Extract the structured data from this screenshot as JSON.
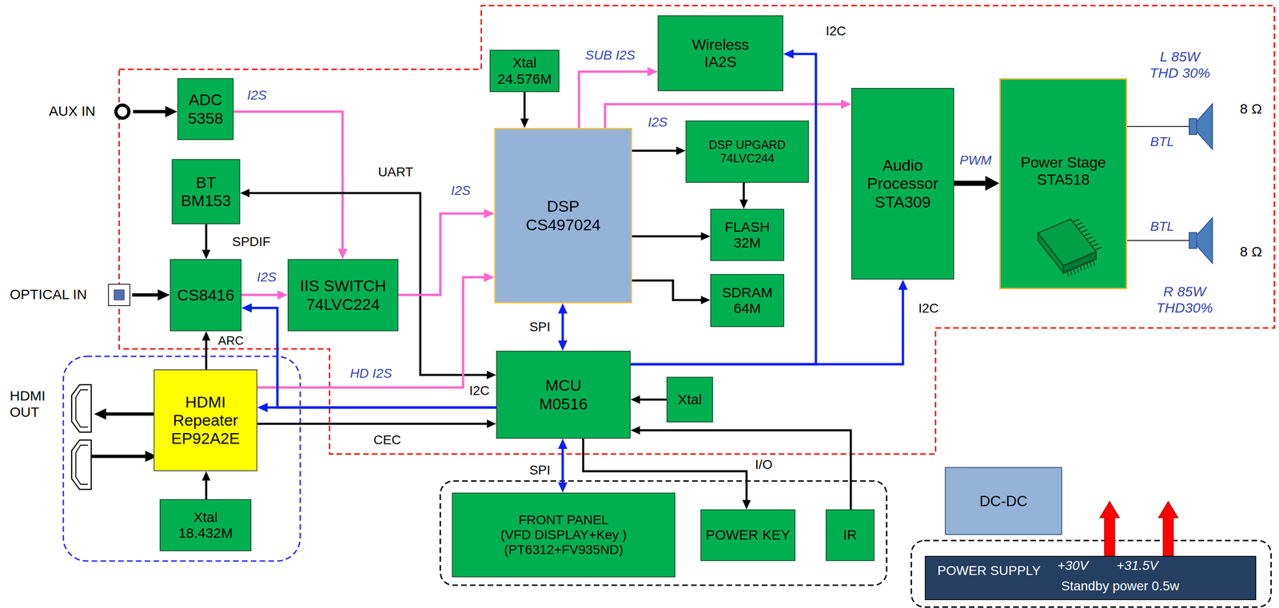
{
  "diagram": {
    "nodes": [
      {
        "text": [
          "AUX IN"
        ]
      },
      {
        "text": [
          "ADC 5358"
        ]
      },
      {
        "text": [
          "Xtal 24.576M"
        ]
      },
      {
        "text": [
          "Wireless IA2S"
        ]
      },
      {
        "text": [
          "BT BM153"
        ]
      },
      {
        "text": [
          "DSP CS497024"
        ]
      },
      {
        "text": [
          "DSP UPGARD 74LVC244"
        ]
      },
      {
        "text": [
          "Audio Processor STA309"
        ]
      },
      {
        "text": [
          "Power Stage STA518"
        ]
      },
      {
        "text": [
          "8 Ω"
        ]
      },
      {
        "text": [
          "FLASH 32M"
        ]
      },
      {
        "text": [
          "OPTICAL IN"
        ]
      },
      {
        "text": [
          "CS8416"
        ]
      },
      {
        "text": [
          "IIS SWITCH 74LVC224"
        ]
      },
      {
        "text": [
          "SDRAM 64M"
        ]
      },
      {
        "text": [
          "8 Ω"
        ]
      },
      {
        "text": [
          "MCU M0516"
        ]
      },
      {
        "text": [
          "Xtal"
        ]
      },
      {
        "text": [
          "HDMI OUT"
        ]
      },
      {
        "text": [
          "HDMI Repeater EP92A2E"
        ]
      },
      {
        "text": [
          "Xtal 18.432M"
        ]
      },
      {
        "text": [
          "FRONT PANEL",
          "(VFD DISPLAY+Key ) (PT6312+FV935ND)"
        ]
      },
      {
        "text": [
          "POWER KEY"
        ]
      },
      {
        "text": [
          "IR"
        ]
      },
      {
        "text": [
          "DC-DC"
        ]
      },
      {
        "text": [
          "POWER SUPPLY",
          "+30V",
          "+31.5V",
          "Standby power 0.5w"
        ]
      }
    ],
    "edges": [
      {
        "from": 0,
        "to": 1,
        "arrow": "to"
      },
      {
        "from": 1,
        "to": 13,
        "label": "I2S",
        "arrow": "to"
      },
      {
        "from": 2,
        "to": 5,
        "arrow": "to"
      },
      {
        "from": 5,
        "to": 3,
        "label": "SUB I2S",
        "arrow": "to"
      },
      {
        "from": 5,
        "to": 7,
        "label": "I2S",
        "arrow": "to"
      },
      {
        "from": 5,
        "to": 6,
        "arrow": "to"
      },
      {
        "from": 6,
        "to": 10,
        "arrow": "to"
      },
      {
        "from": 5,
        "to": 10,
        "arrow": "to"
      },
      {
        "from": 5,
        "to": 14,
        "arrow": "to"
      },
      {
        "from": 16,
        "to": 4,
        "label": "UART",
        "arrow": "both"
      },
      {
        "from": 4,
        "to": 12,
        "label": "SPDIF",
        "arrow": "to"
      },
      {
        "from": 11,
        "to": 12,
        "arrow": "to"
      },
      {
        "from": 12,
        "to": 13,
        "label": "I2S",
        "arrow": "to"
      },
      {
        "from": 13,
        "to": 5,
        "label": "I2S",
        "arrow": "to"
      },
      {
        "from": 19,
        "to": 5,
        "label": "HD I2S",
        "arrow": "to"
      },
      {
        "from": 19,
        "to": 12,
        "label": "ARC",
        "arrow": "to"
      },
      {
        "from": 16,
        "to": 12,
        "arrow": "to"
      },
      {
        "from": 16,
        "to": 19,
        "label": "I2C",
        "arrow": "to"
      },
      {
        "from": 19,
        "to": 16,
        "label": "CEC",
        "arrow": "to"
      },
      {
        "from": 5,
        "to": 16,
        "label": "SPI",
        "arrow": "both"
      },
      {
        "from": 16,
        "to": 3,
        "label": "I2C",
        "arrow": "to"
      },
      {
        "from": 16,
        "to": 7,
        "label": "I2C",
        "arrow": "to"
      },
      {
        "from": 17,
        "to": 16,
        "arrow": "to"
      },
      {
        "from": 16,
        "to": 21,
        "label": "SPI",
        "arrow": "both"
      },
      {
        "from": 16,
        "to": 22,
        "label": "I/O",
        "arrow": "to"
      },
      {
        "from": 23,
        "to": 16,
        "arrow": "to"
      },
      {
        "from": 19,
        "to": 18,
        "arrow": "to"
      },
      {
        "from": 20,
        "to": 19,
        "arrow": "to"
      },
      {
        "from": 7,
        "to": 8,
        "label": "PWM",
        "arrow": "to"
      },
      {
        "from": 8,
        "to": 9,
        "label": "BTL",
        "arrow": "none"
      },
      {
        "from": 8,
        "to": 15,
        "label": "BTL",
        "arrow": "none"
      }
    ],
    "labels": [
      "L 85W THD 30%",
      "R 85W THD30%"
    ]
  }
}
